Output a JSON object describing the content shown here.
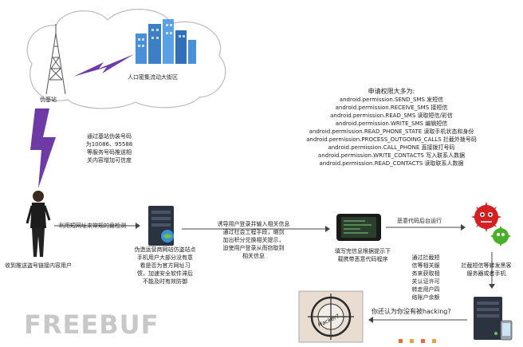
{
  "cloud": {
    "tower_label": "伪基站",
    "city_label": "人口密集流动大街区"
  },
  "sms_note": {
    "lines": [
      "通过基站伪装号码",
      "为10086、95588",
      "等服务号码推送相",
      "关内容增加可信度"
    ]
  },
  "user_label": "收到推送盗号链接内容用户",
  "url_check_label": "利用短网址来常规的盘检测",
  "server1_note": {
    "lines": [
      "伪造运营商网站仿盗站点",
      "手机用户大部分没有意",
      "看是否为官方网址习",
      "惯，加速安全软件滞后",
      "不能及时有效防御"
    ]
  },
  "social_note": {
    "lines": [
      "诱导用户登录并输入相关信息",
      "通过社会工程手段，缩剑",
      "加出积分兑换相关提示，",
      "迫使用户登录从而窃取到",
      "相关信息"
    ]
  },
  "tablet_note": {
    "lines": [
      "填写完信息根据提示下",
      "载携带恶意代码程序"
    ]
  },
  "malware_run_label": "恶意代码后台运行",
  "intercept_note": {
    "lines": [
      "通过拦截短",
      "信等相关服",
      "务来获取相",
      "关认证许可",
      "转走用户四",
      "络账户余额"
    ]
  },
  "forward_note": {
    "lines": [
      "拦截短信等转发黑客",
      "服务器或者手机"
    ]
  },
  "hacker_question": "你还认为你没有被hacking?",
  "target_label": "Hacker?",
  "permissions": {
    "title": "申请权限大多为:",
    "items": [
      "android.permission.SEND_SMS 发短信",
      "android.permission.RECEIVE_SMS 接短信",
      "android.permission.READ_SMS 读取短信/彩信",
      "android.permission.WRITE_SMS 编辑短信",
      "android.permission.READ_PHONE_STATE 读取手机状态和身份",
      "android.permission.PROCESS_OUTGOING_CALLS 拦截外拨号码",
      "android.permission.CALL_PHONE 直接拨打号码",
      "android.permission.WRITE_CONTACTS 写入联系人数据",
      "android.permission.READ_CONTACTS 读取联系人数据"
    ]
  },
  "watermark": "FREEBUF",
  "colors": {
    "bolt": "#6e3aa6",
    "building": "#4a90d9",
    "server": "#2b3340",
    "virus": "#d42020",
    "virus_green": "#4caf2a",
    "arrow": "#444444"
  }
}
